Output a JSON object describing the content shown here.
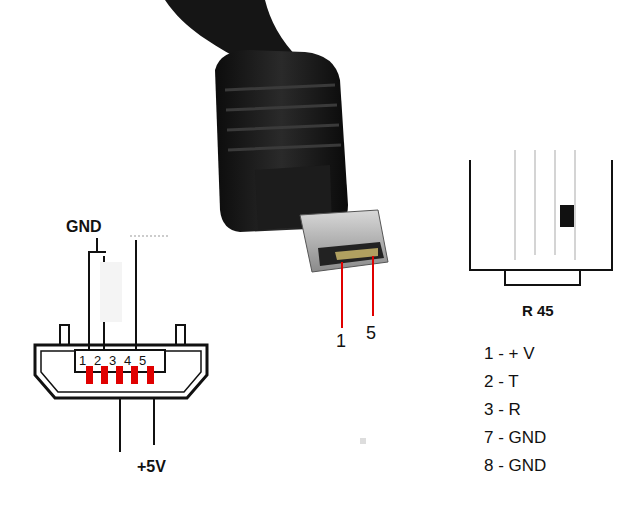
{
  "diagram": {
    "labels": [
      "GND",
      "1",
      "2",
      "3",
      "4",
      "5",
      "+5V",
      "1",
      "5",
      "R 45",
      "1 - + V",
      "2 - T",
      "3 - R",
      "7 - GND",
      "8 - GND"
    ]
  }
}
